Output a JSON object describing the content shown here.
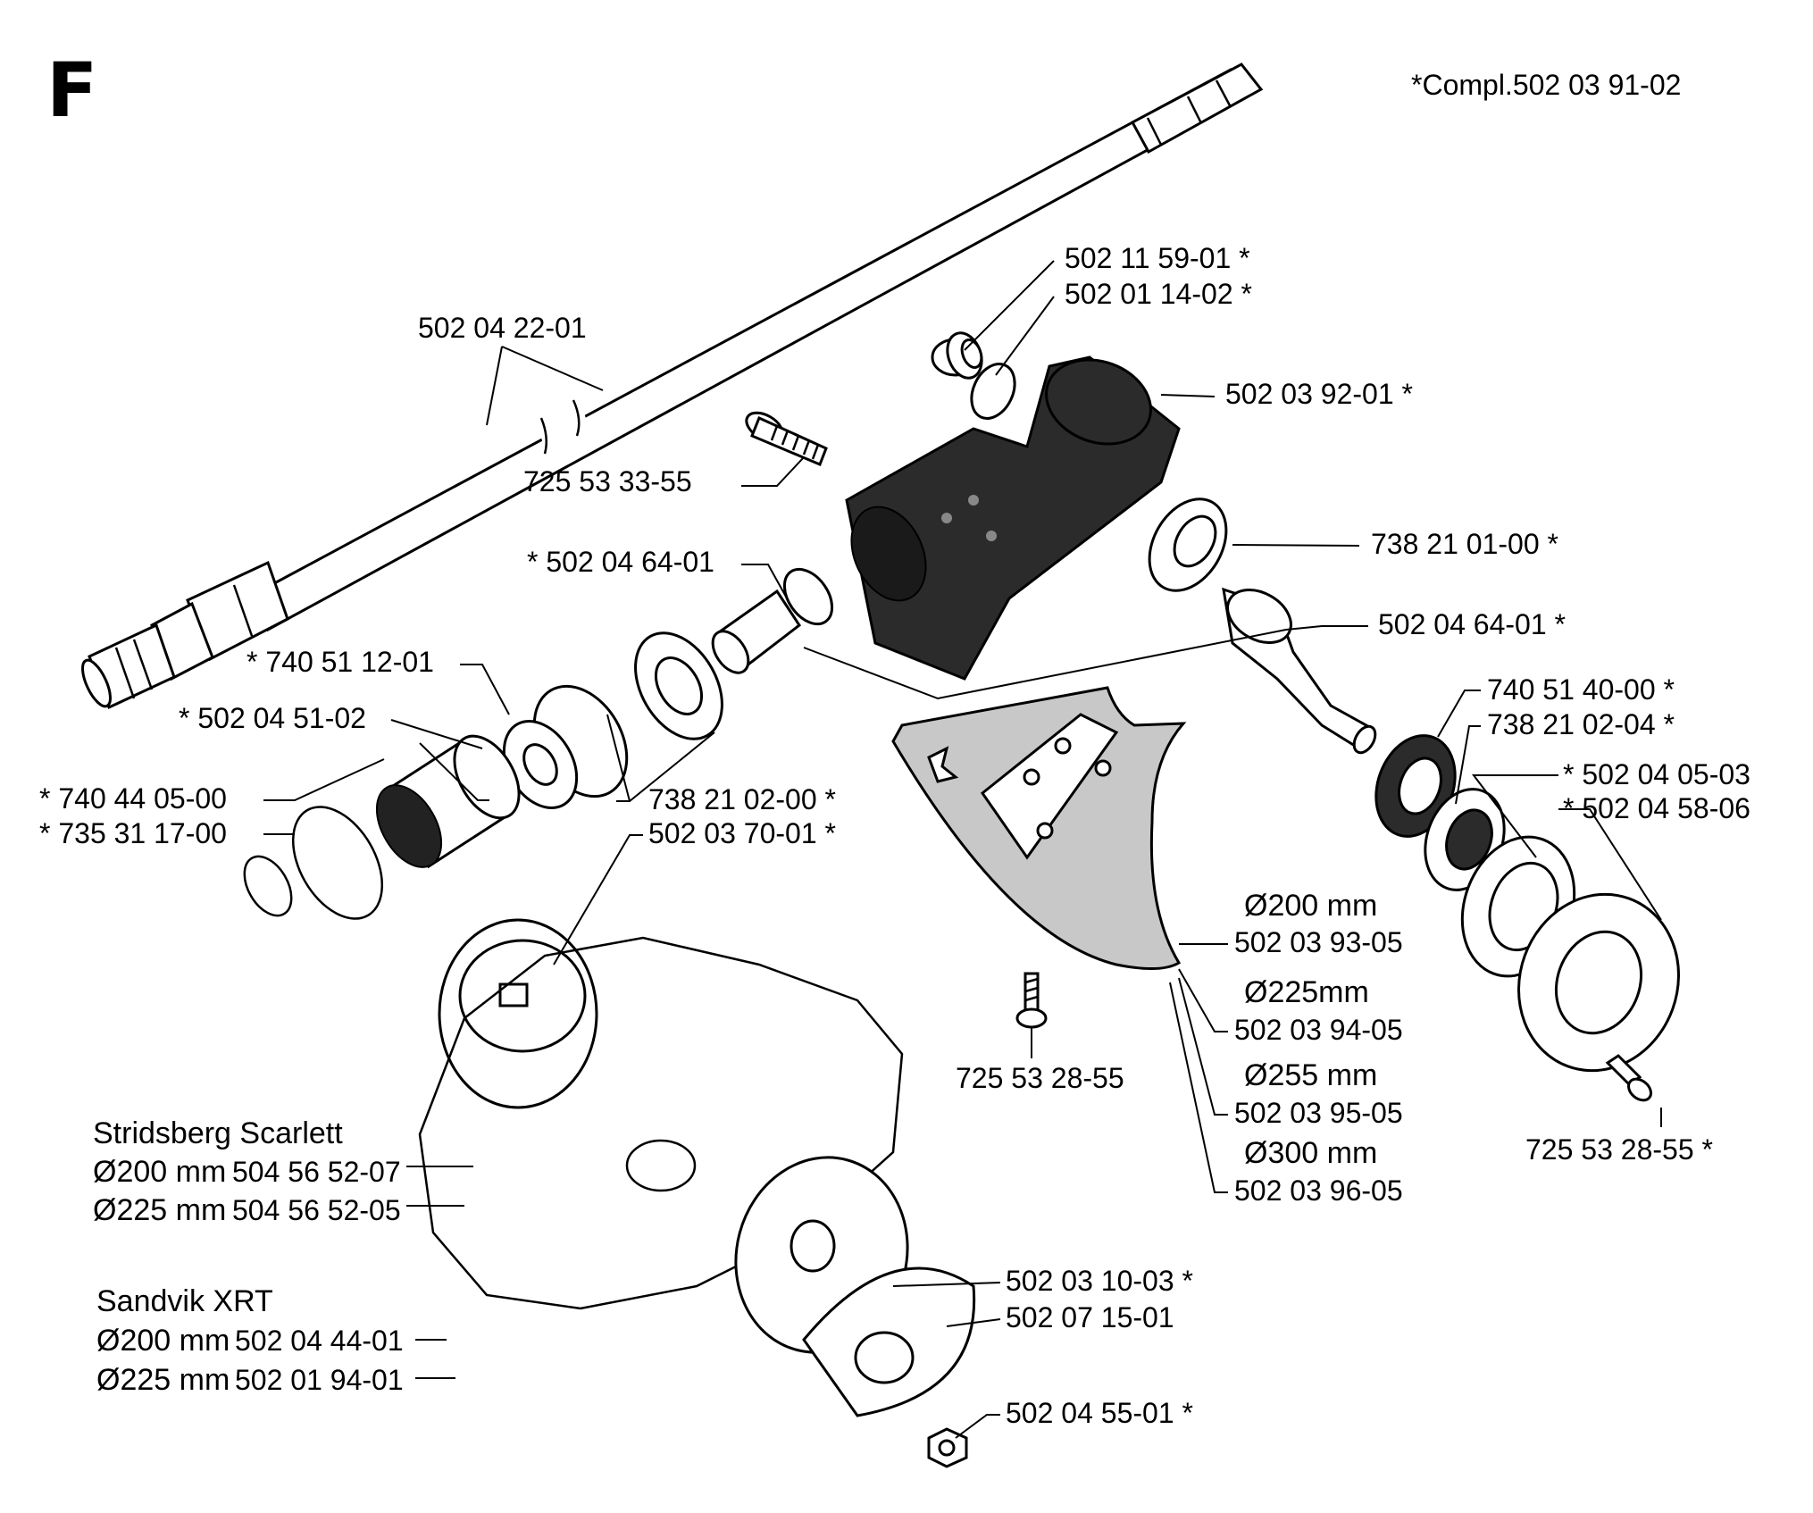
{
  "figure_letter": "F",
  "kit_note": "*Compl.502 03 91-02",
  "labels": {
    "shaft": "502 04 22-01",
    "screw_top": "725 53 33-55",
    "plug": "502 11 59-01 *",
    "oring_top": "502 01 14-02 *",
    "gear_housing": "502 03 92-01 *",
    "bearing_right": "738 21 01-00 *",
    "pinion_left": "* 502 04 64-01",
    "pinion_right": "502 04 64-01 *",
    "bearing_ring": "* 740 51 12-01",
    "sleeve": "* 502 04 51-02",
    "snap_ring": "* 740 44 05-00",
    "oring_left": "* 735 31 17-00",
    "bearing_left": "738 21 02-00 *",
    "support_flange_upper": "502 03 70-01 *",
    "ring_740": "740 51 40-00 *",
    "bearing_738_0204": "738 21 02-04 *",
    "seal_0503": "* 502 04 05-03",
    "flange_5806": "* 502 04 58-06",
    "guard_200_size": "Ø200 mm",
    "guard_200_no": "502 03 93-05",
    "guard_225_size": "Ø225mm",
    "guard_225_no": "502 03 94-05",
    "guard_255_size": "Ø255 mm",
    "guard_255_no": "502 03 95-05",
    "guard_300_size": "Ø300 mm",
    "guard_300_no": "502 03 96-05",
    "screw_mid": "725 53 28-55",
    "screw_right": "725 53 28-55 *",
    "support_cup": "502 03 10-03 *",
    "flange_lower": "502 07 15-01",
    "nut": "502 04 55-01 *"
  },
  "blades": {
    "stridsberg": {
      "title": "Stridsberg Scarlett",
      "rows": [
        {
          "size": "Ø200 mm",
          "part": "504 56 52-07"
        },
        {
          "size": "Ø225 mm",
          "part": "504 56 52-05"
        }
      ]
    },
    "sandvik": {
      "title": "Sandvik XRT",
      "rows": [
        {
          "size": "Ø200 mm",
          "part": "502 04 44-01"
        },
        {
          "size": "Ø225 mm",
          "part": "502 01 94-01"
        }
      ]
    }
  }
}
